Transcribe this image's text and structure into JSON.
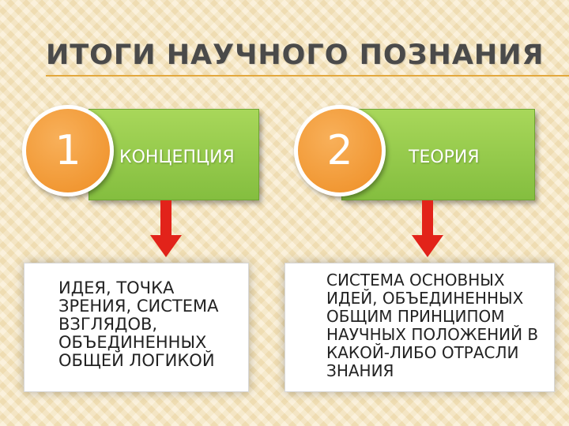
{
  "slide": {
    "title": "ИТОГИ НАУЧНОГО ПОЗНАНИЯ"
  },
  "concepts": [
    {
      "number": "1",
      "label": "КОНЦЕПЦИЯ",
      "definition_lines": [
        "ИДЕЯ, ТОЧКА",
        "ЗРЕНИЯ, СИСТЕМА",
        "ВЗГЛЯДОВ,",
        "ОБЪЕДИНЕННЫХ",
        "ОБЩЕЙ ЛОГИКОЙ"
      ]
    },
    {
      "number": "2",
      "label": "ТЕОРИЯ",
      "definition_lines": [
        "СИСТЕМА ОСНОВНЫХ",
        "ИДЕЙ, ОБЪЕДИНЕННЫХ",
        "ОБЩИМ ПРИНЦИПОМ",
        "НАУЧНЫХ ПОЛОЖЕНИЙ В",
        "КАКОЙ-ЛИБО ОТРАСЛИ",
        "ЗНАНИЯ"
      ]
    }
  ],
  "colors": {
    "green_box": "#94c84a",
    "orange_circle": "#f29a32",
    "arrow": "#e2231a",
    "title_rule": "#e3a83e"
  }
}
